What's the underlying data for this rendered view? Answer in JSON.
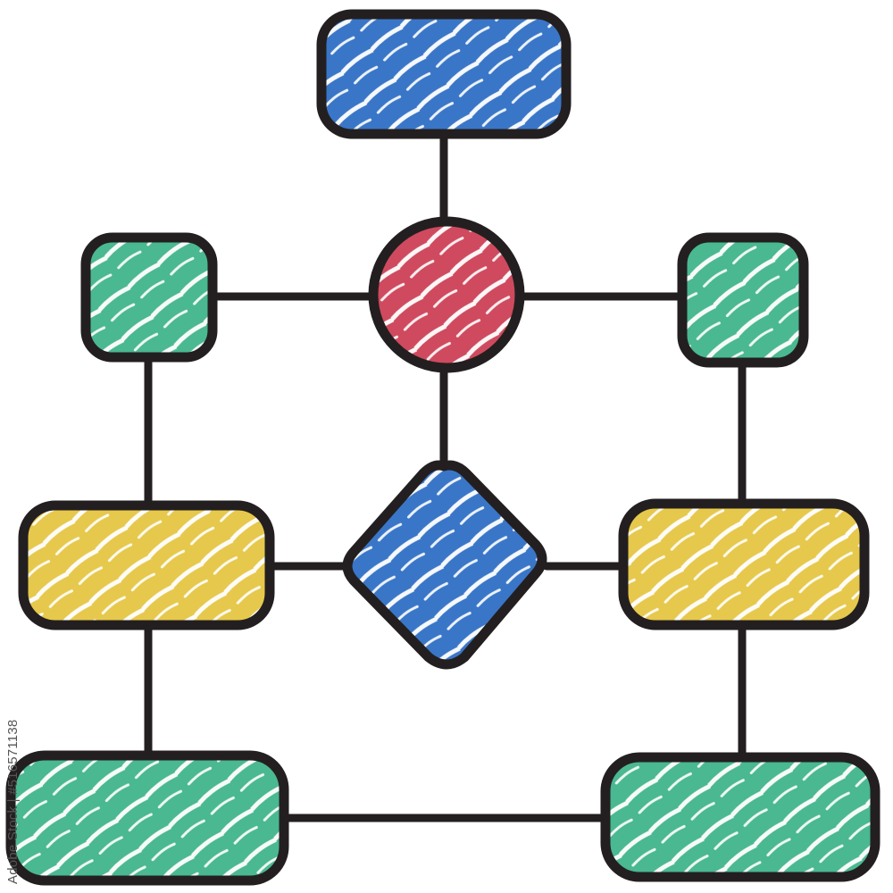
{
  "diagram": {
    "style": "hand-drawn flowchart icon with scribble fill",
    "colors": {
      "outline": "#231f20",
      "blue": "#3a76c7",
      "red": "#cf4a5e",
      "green": "#4ab890",
      "yellow": "#e6c84c",
      "background": "#ffffff",
      "hatch": "#ffffff"
    },
    "nodes": [
      {
        "id": "top-box",
        "shape": "rounded-rect",
        "color": "blue"
      },
      {
        "id": "center-circle",
        "shape": "circle",
        "color": "red"
      },
      {
        "id": "left-square",
        "shape": "rounded-square",
        "color": "green"
      },
      {
        "id": "right-square",
        "shape": "rounded-square",
        "color": "green"
      },
      {
        "id": "center-diamond",
        "shape": "diamond",
        "color": "blue"
      },
      {
        "id": "left-middle-box",
        "shape": "rounded-rect",
        "color": "yellow"
      },
      {
        "id": "right-middle-box",
        "shape": "rounded-rect",
        "color": "yellow"
      },
      {
        "id": "bottom-left-box",
        "shape": "rounded-rect",
        "color": "green"
      },
      {
        "id": "bottom-right-box",
        "shape": "rounded-rect",
        "color": "green"
      }
    ],
    "edges": [
      {
        "from": "top-box",
        "to": "center-circle"
      },
      {
        "from": "center-circle",
        "to": "left-square"
      },
      {
        "from": "center-circle",
        "to": "right-square"
      },
      {
        "from": "center-circle",
        "to": "center-diamond"
      },
      {
        "from": "left-square",
        "to": "left-middle-box"
      },
      {
        "from": "right-square",
        "to": "right-middle-box"
      },
      {
        "from": "center-diamond",
        "to": "left-middle-box"
      },
      {
        "from": "center-diamond",
        "to": "right-middle-box"
      },
      {
        "from": "left-middle-box",
        "to": "bottom-left-box"
      },
      {
        "from": "right-middle-box",
        "to": "bottom-right-box"
      },
      {
        "from": "bottom-left-box",
        "to": "bottom-right-box"
      }
    ]
  },
  "watermark": {
    "text": "Adobe Stock | #516571138"
  }
}
